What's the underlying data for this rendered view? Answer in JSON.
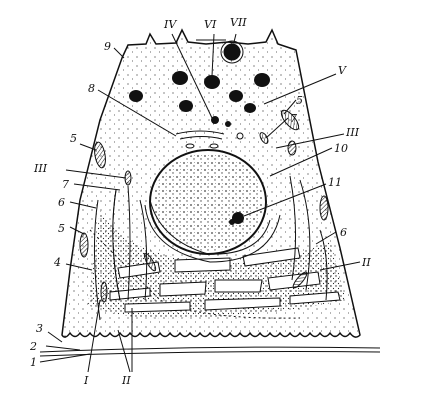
{
  "figure": {
    "labels_arabic": [
      "1",
      "2",
      "3",
      "4",
      "5",
      "5",
      "5",
      "6",
      "6",
      "7",
      "7",
      "8",
      "9",
      "10",
      "11"
    ],
    "labels_roman": [
      "I",
      "II",
      "II",
      "III",
      "III",
      "IV",
      "V",
      "VI",
      "VII"
    ]
  },
  "colors": {
    "ink": "#111111",
    "background": "#ffffff"
  }
}
